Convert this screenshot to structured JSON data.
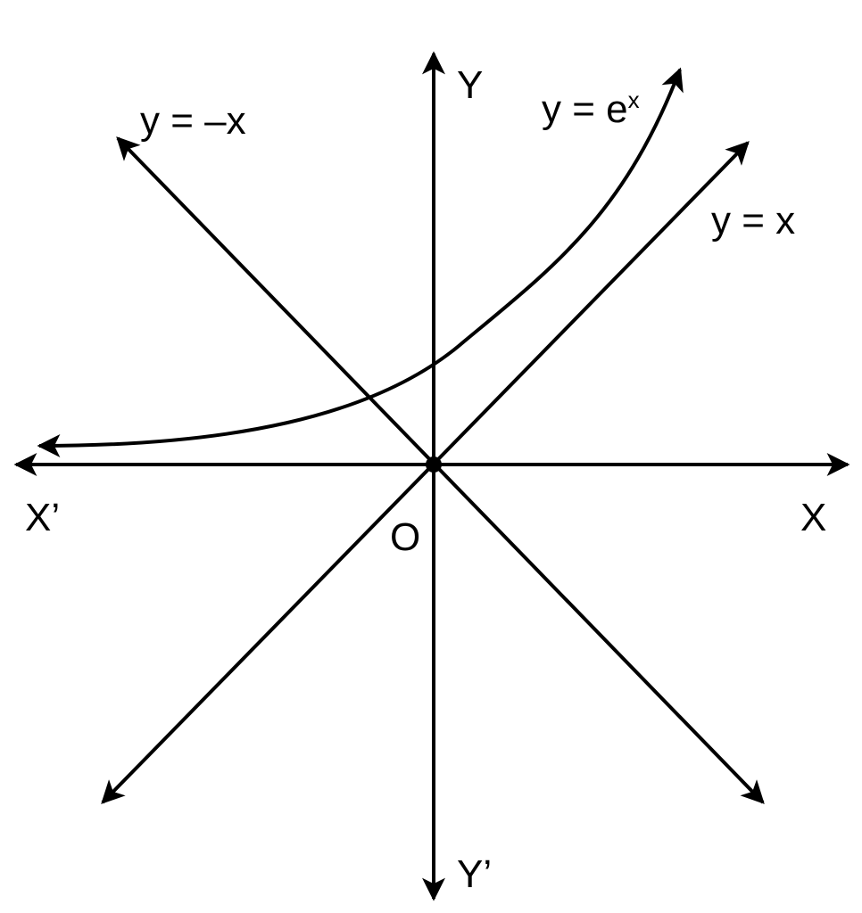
{
  "labels": {
    "y_axis_positive": "Y",
    "y_axis_negative": "Y’",
    "x_axis_positive": "X",
    "x_axis_negative": "X’",
    "origin": "O",
    "curve_neg_x": "y = –x",
    "curve_x": "y = x",
    "curve_exp_base": "y = e",
    "curve_exp_power": "x"
  },
  "curves": [
    {
      "name": "y = x",
      "function": "x"
    },
    {
      "name": "y = –x",
      "function": "-x"
    },
    {
      "name": "y = e^x",
      "function": "exp(x)"
    }
  ],
  "colors": {
    "ink": "#000000",
    "background": "#ffffff"
  }
}
